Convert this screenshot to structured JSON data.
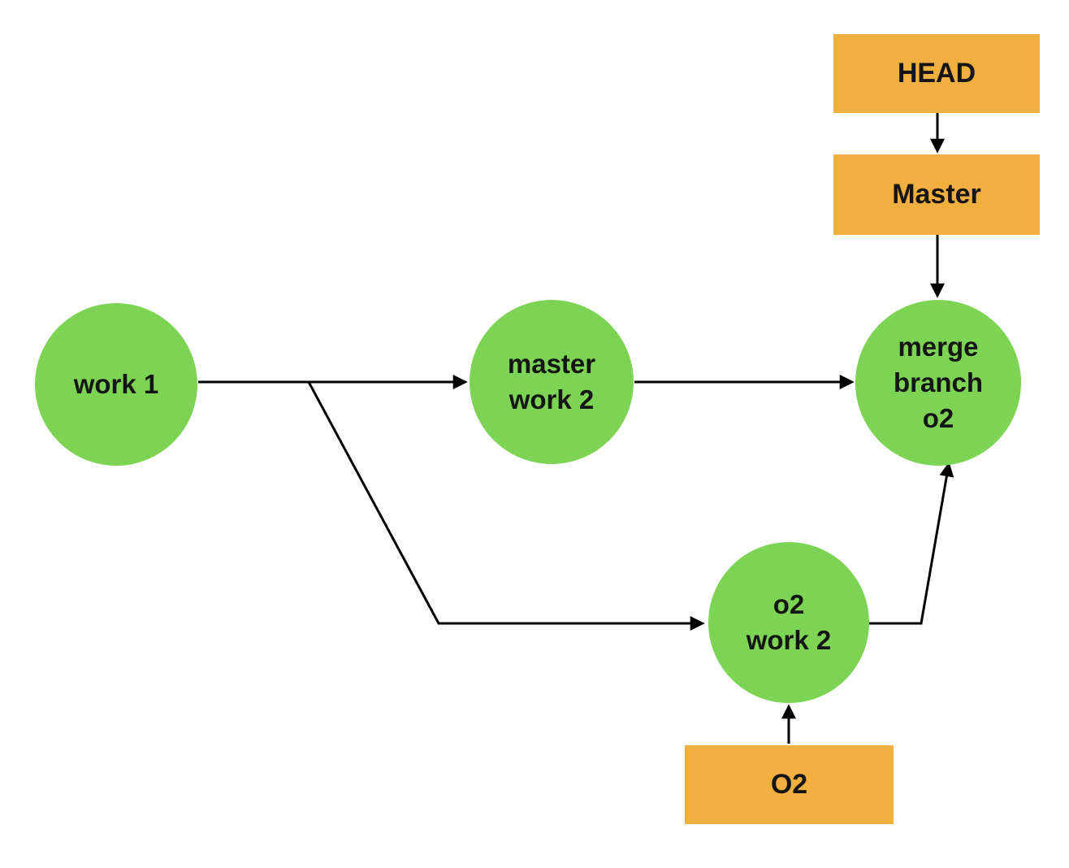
{
  "colors": {
    "node_green": "#7CD354",
    "label_orange": "#F0AF3E",
    "line_black": "#000000",
    "text_dark": "#151515",
    "bg": "#ffffff"
  },
  "nodes": {
    "work1": {
      "lines": [
        "work 1"
      ]
    },
    "master_work2": {
      "lines": [
        "master",
        "work 2"
      ]
    },
    "merge_branch_o2": {
      "lines": [
        "merge",
        "branch",
        "o2"
      ]
    },
    "o2_work2": {
      "lines": [
        "o2",
        "work 2"
      ]
    }
  },
  "pointers": {
    "head": {
      "label": "HEAD"
    },
    "master": {
      "label": "Master"
    },
    "o2": {
      "label": "O2"
    }
  },
  "edges": [
    {
      "from": "HEAD",
      "to": "Master"
    },
    {
      "from": "Master",
      "to": "merge branch o2"
    },
    {
      "from": "work 1",
      "to": "master work 2"
    },
    {
      "from": "work 1",
      "to": "o2 work 2"
    },
    {
      "from": "master work 2",
      "to": "merge branch o2"
    },
    {
      "from": "o2 work 2",
      "to": "merge branch o2"
    },
    {
      "from": "O2",
      "to": "o2 work 2"
    }
  ]
}
